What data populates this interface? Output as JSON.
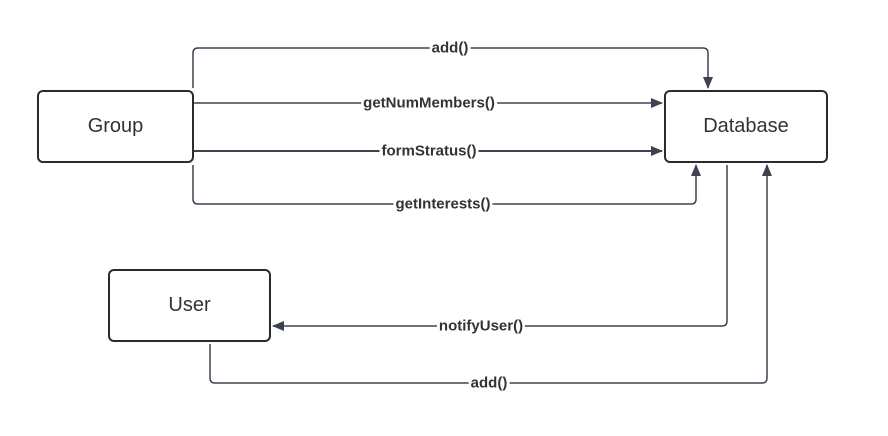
{
  "nodes": {
    "group": "Group",
    "database": "Database",
    "user": "User"
  },
  "edges": {
    "group_add": "add()",
    "get_num_members": "getNumMembers()",
    "form_stratus": "formStratus()",
    "get_interests": "getInterests()",
    "notify_user": "notifyUser()",
    "user_add": "add()"
  },
  "colors": {
    "line": "#3d4250",
    "border": "#2b2b2b",
    "text": "#333333"
  }
}
